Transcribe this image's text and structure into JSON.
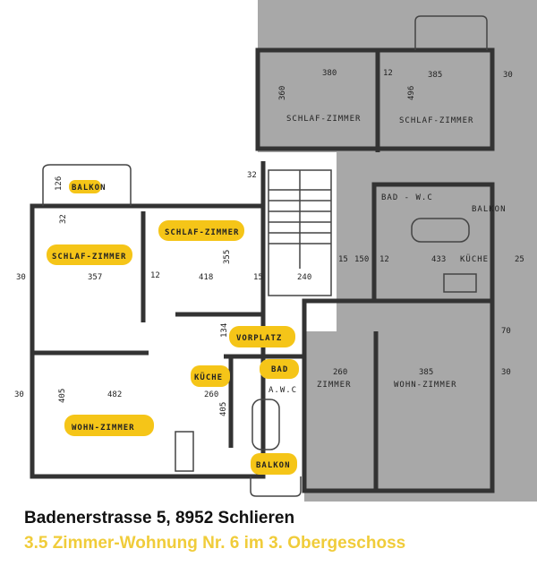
{
  "colors": {
    "highlight": "#f5c518",
    "shade": "#a8a8a8",
    "caption_accent": "#f0cc3a"
  },
  "highlighted_rooms": [
    {
      "label": "BALKON"
    },
    {
      "label": "SCHLAF-ZIMMER"
    },
    {
      "label": "SCHLAF-ZIMMER"
    },
    {
      "label": "VORPLATZ"
    },
    {
      "label": "KÜCHE"
    },
    {
      "label": "BAD"
    },
    {
      "label": "WOHN-ZIMMER"
    },
    {
      "label": "BALKON"
    }
  ],
  "other_rooms": [
    {
      "label": "SCHLAF-ZIMMER"
    },
    {
      "label": "SCHLAF-ZIMMER"
    },
    {
      "label": "BAD - W.C"
    },
    {
      "label": "BALKON"
    },
    {
      "label": "KÜCHE"
    },
    {
      "label": "ZIMMER"
    },
    {
      "label": "WOHN-ZIMMER"
    },
    {
      "label": "A.W.C"
    }
  ],
  "dimensions": [
    "126",
    "32",
    "30",
    "357",
    "418",
    "355",
    "32",
    "15",
    "240",
    "12",
    "134",
    "482",
    "405",
    "405",
    "30",
    "260",
    "380",
    "385",
    "496",
    "12",
    "30",
    "433",
    "25",
    "70",
    "30",
    "260",
    "385",
    "360",
    "15",
    "150",
    "12"
  ],
  "caption": {
    "address": "Badenerstrasse 5, 8952 Schlieren",
    "unit": "3.5 Zimmer-Wohnung Nr. 6 im 3. Obergeschoss"
  }
}
